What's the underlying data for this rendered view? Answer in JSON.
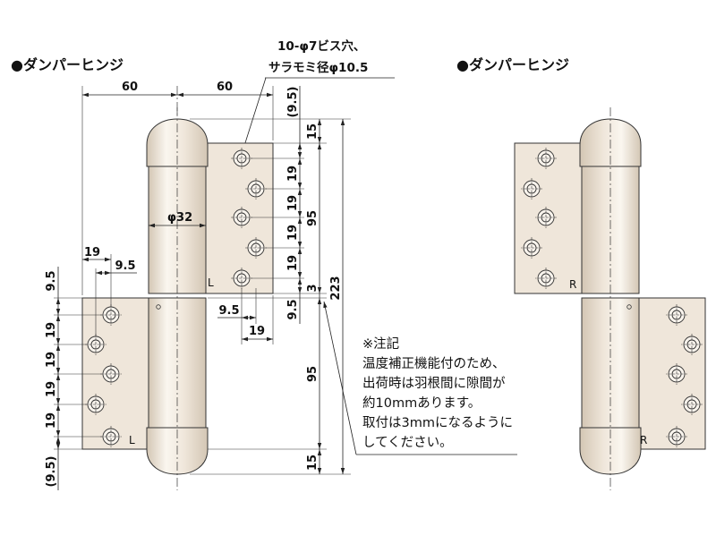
{
  "titles": {
    "left": "●ダンパーヒンジ",
    "right": "●ダンパーヒンジ"
  },
  "callout": {
    "line1": "10-φ7ビス穴、",
    "line2": "サラモミ径φ10.5"
  },
  "dims": {
    "width_left": "60",
    "width_right": "60",
    "barrel_diameter": "φ32",
    "upper_first_hole_offset": "(9.5)",
    "upper_hole_pitch": [
      "19",
      "19",
      "19",
      "19"
    ],
    "upper_last_hole_offset": "9.5",
    "top_overhang": "15",
    "upper_leaf_height": "95",
    "gap": "3",
    "lower_leaf_height": "95",
    "bottom_overhang": "15",
    "total_height": "223",
    "lower_edge_to_hole": "19",
    "lower_hole_stagger": "9.5",
    "lower_first_hole_offset": "9.5",
    "lower_hole_pitch": [
      "19",
      "19",
      "19",
      "19"
    ],
    "lower_last_hole_offset": "(9.5)",
    "upper_hole_stagger": "9.5",
    "upper_hole_to_edge": "19"
  },
  "leaf_marks": {
    "left_upper": "L",
    "left_lower": "L",
    "right_upper": "R",
    "right_lower": "R"
  },
  "note": {
    "heading": "※注記",
    "lines": [
      "温度補正機能付のため、",
      "出荷時は羽根間に隙間が",
      "約10mmあります。",
      "取付は3mmになるように",
      "してください。"
    ]
  },
  "colors": {
    "hinge_fill": "#efe6da",
    "barrel_highlight": "#faf6ef",
    "barrel_shadow": "#d3c6b4",
    "line": "#222222"
  }
}
